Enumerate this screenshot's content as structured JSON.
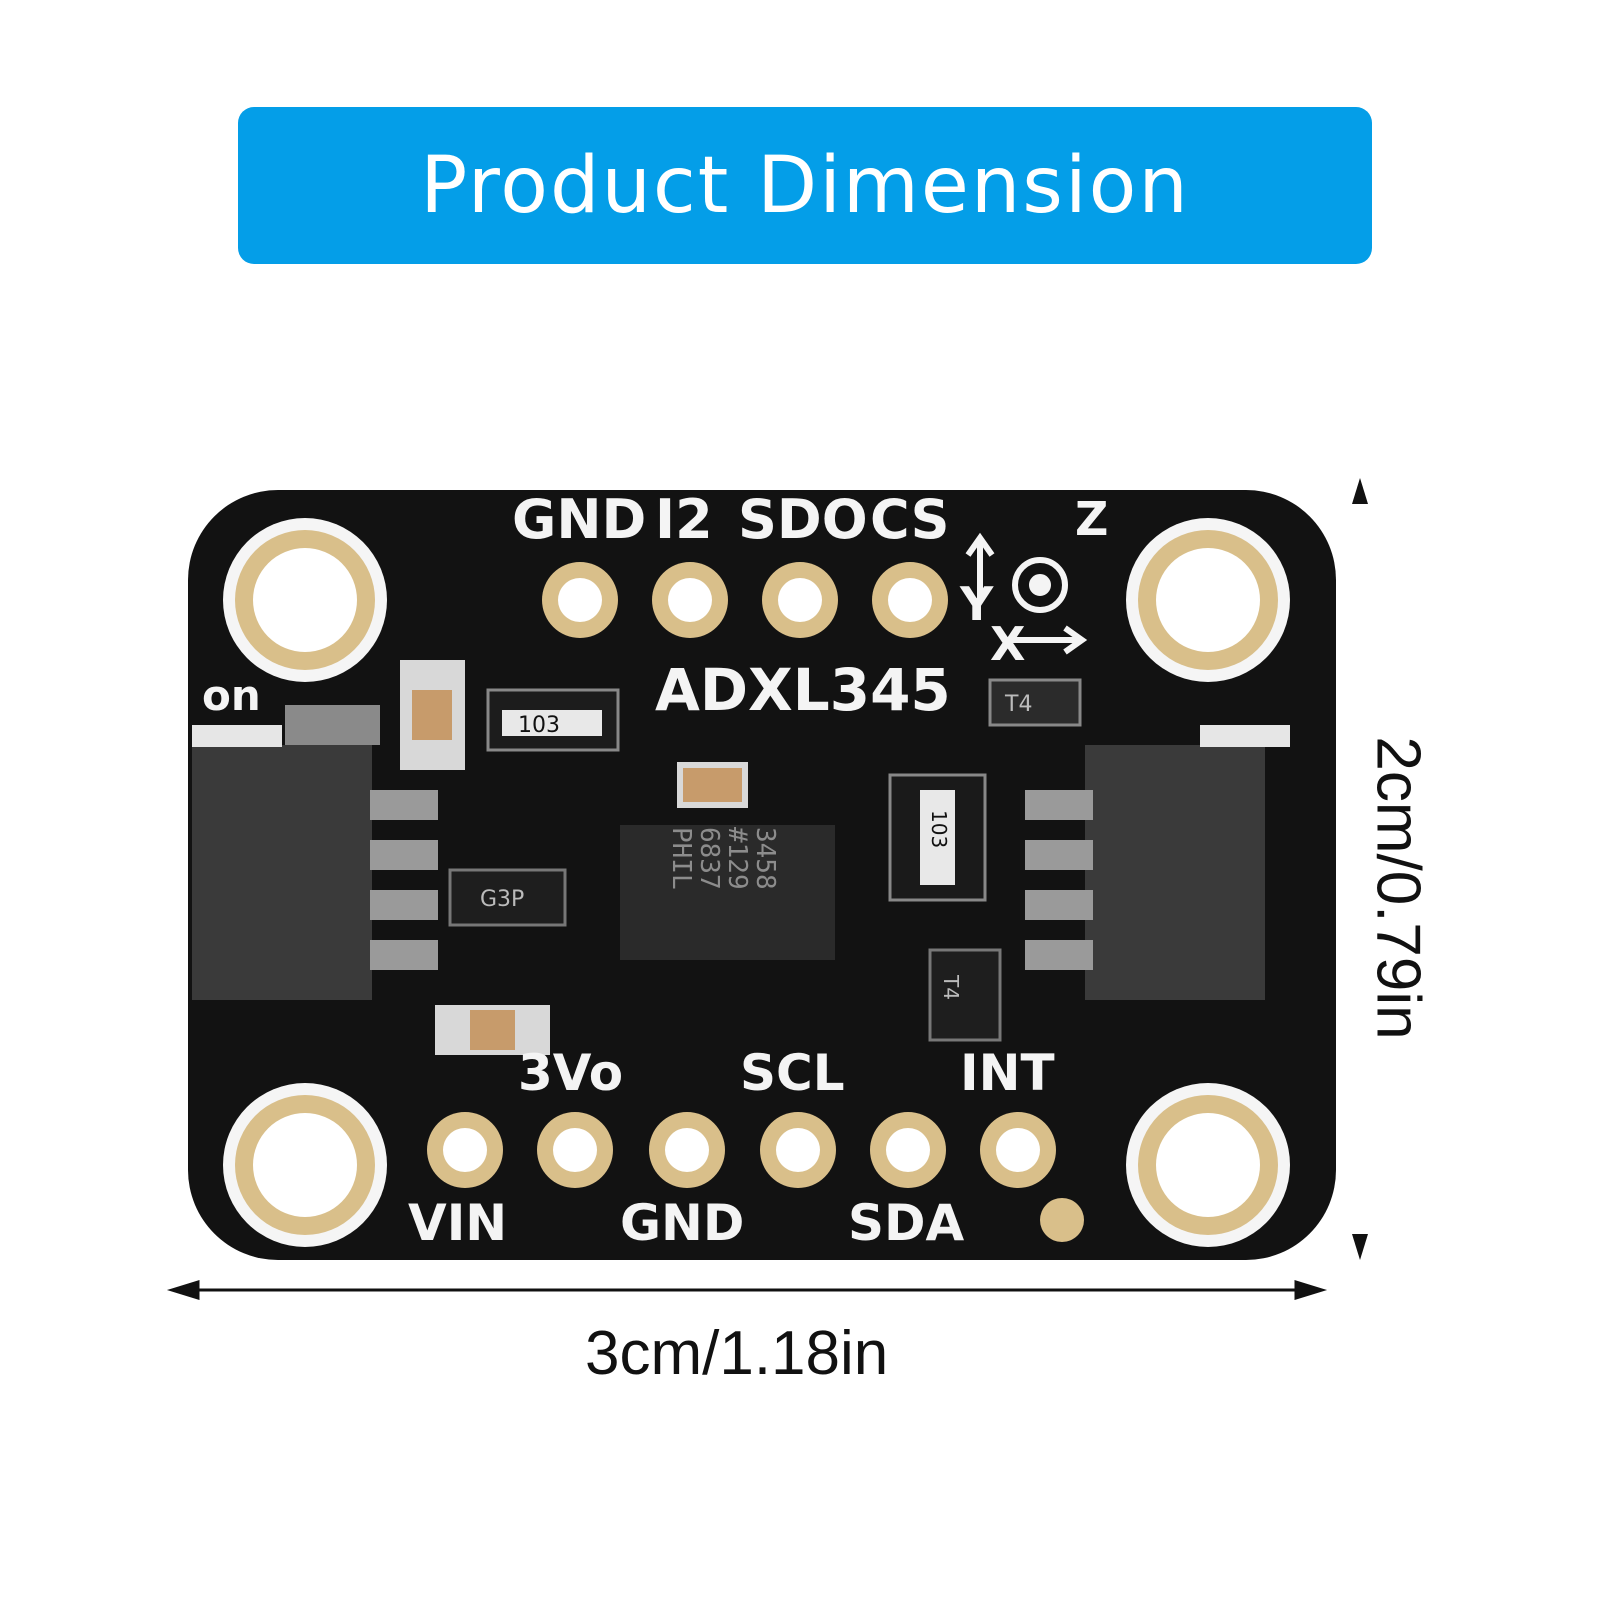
{
  "banner": {
    "title": "Product Dimension",
    "color": "#049ee8"
  },
  "dimensions": {
    "width": "3cm/1.18in",
    "height": "2cm/0.79in"
  },
  "board": {
    "chip_name": "ADXL345",
    "top_pins": [
      "GND",
      "I2",
      "SDO",
      "CS"
    ],
    "bottom_top_labels": [
      "3Vo",
      "SCL",
      "INT"
    ],
    "bottom_bottom_labels": [
      "VIN",
      "GND",
      "SDA"
    ],
    "on_label": "on",
    "axes": {
      "z": "Z",
      "y": "Y",
      "x": "X"
    },
    "resistor_left": "103",
    "resistor_right": "103",
    "regulator_marking": "G3P",
    "chip_marking": [
      "3458",
      "#129",
      "6837",
      "PHIL"
    ],
    "t4_marking": "T4",
    "t4b_marking": "T4",
    "colors": {
      "pcb": "#111111",
      "gold": "#d9bf8a",
      "silkscreen": "#f4f4f4"
    }
  }
}
